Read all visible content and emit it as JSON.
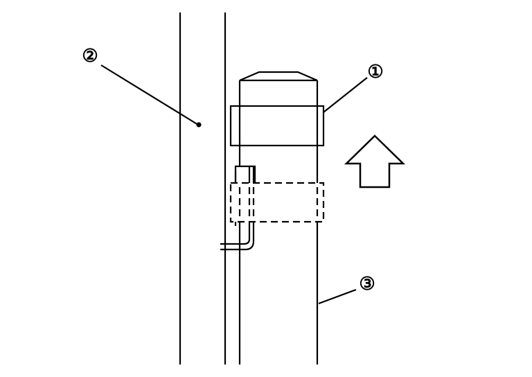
{
  "diagram": {
    "callouts": [
      {
        "id": "1",
        "label": "①"
      },
      {
        "id": "2",
        "label": "②"
      },
      {
        "id": "3",
        "label": "③"
      }
    ],
    "colors": {
      "line": "#000000",
      "background": "#ffffff"
    },
    "icons": {
      "direction": "up-arrow-outline"
    }
  }
}
